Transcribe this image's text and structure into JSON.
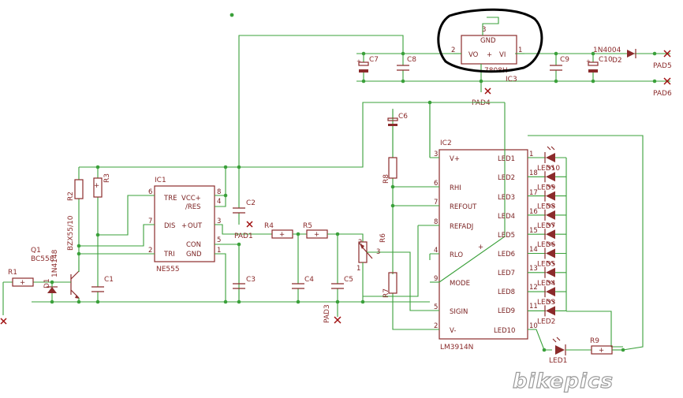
{
  "components": {
    "ic1": {
      "ref": "IC1",
      "part": "NE555",
      "pins": {
        "tre": "TRE",
        "vcc": "VCC+",
        "res": "/RES",
        "dis": "DIS",
        "out": "OUT",
        "con": "CON",
        "tri": "TRI",
        "gnd": "GND"
      },
      "pin_numbers": [
        "6",
        "8",
        "4",
        "7",
        "3",
        "5",
        "2",
        "1"
      ]
    },
    "ic2": {
      "ref": "IC2",
      "part": "LM3914N",
      "left_pins": [
        "V+",
        "RHI",
        "REFOUT",
        "REFADJ",
        "RLO",
        "MODE",
        "SIGIN",
        "V-"
      ],
      "left_numbers": [
        "3",
        "6",
        "7",
        "8",
        "4",
        "9",
        "5",
        "2"
      ],
      "right_pins": [
        "LED1",
        "LED2",
        "LED3",
        "LED4",
        "LED5",
        "LED6",
        "LED7",
        "LED8",
        "LED9",
        "LED10"
      ],
      "right_numbers": [
        "1",
        "18",
        "17",
        "16",
        "15",
        "14",
        "13",
        "12",
        "11",
        "10"
      ]
    },
    "ic3": {
      "ref": "IC3",
      "pins": {
        "gnd": "GND",
        "vo": "VO",
        "vi": "VI"
      },
      "part_fragment": "7808H",
      "pin_numbers": [
        "3",
        "2",
        "1"
      ]
    },
    "led_fragments": [
      "LED10",
      "LED9",
      "LED8",
      "LED7",
      "LED6",
      "LED5",
      "LED4",
      "LED3",
      "LED2"
    ],
    "led1": "LED1",
    "labels": {
      "d2": "1N4004",
      "d2_ref": "D2",
      "pad5": "PAD5",
      "pad6": "PAD6",
      "pad4": "PAD4",
      "pad3": "PAD3",
      "pad1": "PAD1",
      "c7": "C7",
      "c8": "C8",
      "c9": "C9",
      "c10": "C10",
      "c6": "C6",
      "c1": "C1",
      "c2": "C2",
      "c3": "C3",
      "c4": "C4",
      "c5": "C5",
      "r1": "R1",
      "r2": "R2",
      "r3": "R3",
      "r4": "R4",
      "r5": "R5",
      "r6": "R6",
      "r7": "R7",
      "r8": "R8",
      "r9": "R9",
      "q1": "Q1",
      "q1_part": "BC558",
      "d1": "1N4148",
      "d1_ref": "D1",
      "zd": "BZX55/10",
      "r6_pins": [
        "2",
        "3",
        "1"
      ]
    }
  },
  "logo": {
    "text": "bikepics",
    "color": "#9a9a9a"
  }
}
